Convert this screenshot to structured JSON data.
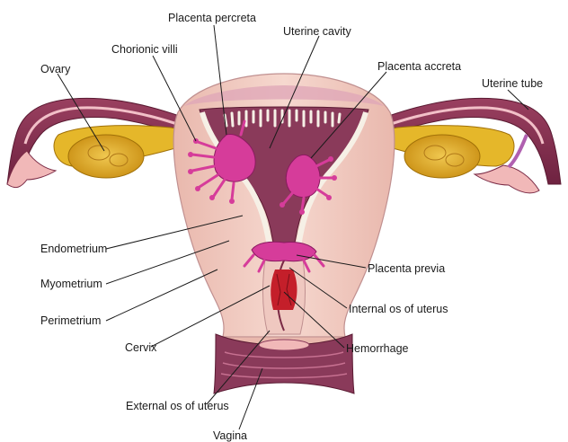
{
  "labels": {
    "placenta_percreta": "Placenta percreta",
    "uterine_cavity": "Uterine cavity",
    "chorionic_villi": "Chorionic villi",
    "ovary": "Ovary",
    "placenta_accreta": "Placenta accreta",
    "uterine_tube": "Uterine tube",
    "endometrium": "Endometrium",
    "myometrium": "Myometrium",
    "perimetrium": "Perimetrium",
    "placenta_previa": "Placenta previa",
    "internal_os": "Internal os of uterus",
    "cervix": "Cervix",
    "hemorrhage": "Hemorrhage",
    "external_os": "External os of uterus",
    "vagina": "Vagina"
  },
  "colors": {
    "myometrium": "#f3cfc4",
    "perimetrium_outline": "#7a2a45",
    "cavity": "#8a3a5a",
    "endometrium": "#f6f0e6",
    "placenta": "#d63c9a",
    "ovary": "#e0b020",
    "tube": "#7a2a45",
    "blood": "#c41f2a"
  }
}
